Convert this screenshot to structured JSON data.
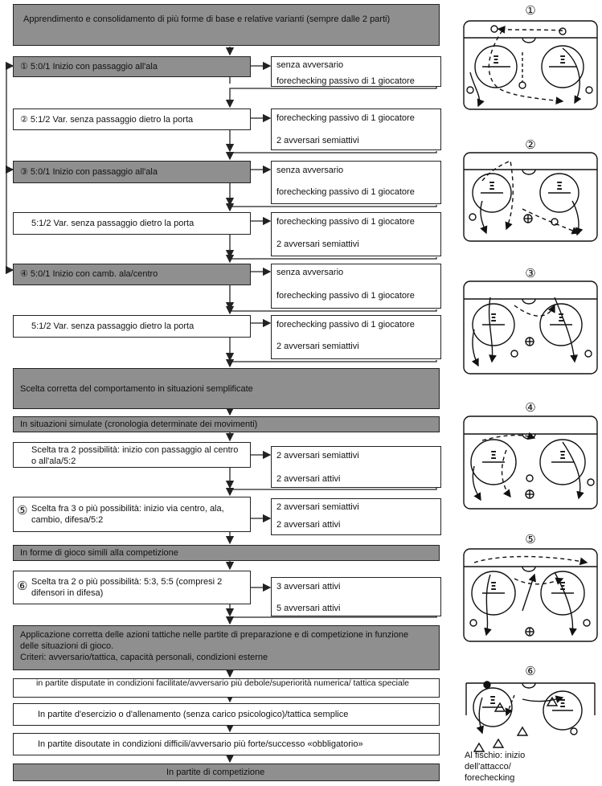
{
  "blocks": {
    "b1": "Apprendimento e consolidamento di più forme di base e relative varianti (sempre dalle 2 parti)",
    "b2": "Scelta corretta del comportamento in situazioni semplificate",
    "b3": "In situazioni simulate (cronologia determinate dei movimenti)",
    "b4": "In forme di gioco simili alla competizione",
    "b5": "Applicazione corretta delle azioni tattiche nelle partite di preparazione e di competizione in funzione delle situazioni di gioco.",
    "b5b": "Criteri: avversario/tattica, capacità personali, condizioni esterne",
    "b6": "In partite di competizione"
  },
  "steps": {
    "s1": "① 5:0/1 Inizio con passaggio all'ala",
    "s2": "② 5:1/2 Var. senza passaggio dietro la porta",
    "s3": "③ 5:0/1 Inizio con passaggio all'ala",
    "s4": "5:1/2 Var. senza passaggio dietro la porta",
    "s5": "④ 5:0/1 Inizio con camb. ala/centro",
    "s6": "5:1/2 Var. senza passaggio dietro la porta",
    "s7": "Scelta tra 2 possibilità: inizio con passaggio al centro o all'ala/5:2",
    "s8_num": "⑤",
    "s8": "Scelta fra 3 o più possibilità: inizio via centro, ala, cambio, difesa/5:2",
    "s9_num": "⑥",
    "s9": "Scelta tra 2 o più possibilità: 5:3, 5:5 (compresi 2 difensori in difesa)"
  },
  "options": {
    "o1a": "senza avversario",
    "o1b": "forechecking passivo di 1 giocatore",
    "o2a": "forechecking passivo di 1 giocatore",
    "o2b": "2 avversari semiattivi",
    "o3a": "senza avversario",
    "o3b": "forechecking passivo di 1 giocatore",
    "o4a": "forechecking passivo di 1 giocatore",
    "o4b": "2 avversari semiattivi",
    "o5a": "senza avversario",
    "o5b": "forechecking passivo di 1 giocatore",
    "o6a": "forechecking passivo di 1 giocatore",
    "o6b": "2 avversari semiattivi",
    "o7a": "2 avversari semiattivi",
    "o7b": "2 avversari attivi",
    "o8a": "2 avversari semiattivi",
    "o8b": "2 avversari attivi",
    "o9a": "3 avversari attivi",
    "o9b": "5 avversari attivi"
  },
  "matches": {
    "m1": "in partite disputate in condizioni facilitate/avversario più debole/superiorità numerica/ tattica speciale",
    "m2": "In partite d'esercizio o d'allenamento (senza carico psicologico)/tattica semplice",
    "m3": "In partite disoutate in condizioni difficili/avversario più forte/successo «obbligatorio»"
  },
  "diagrams": {
    "d1": "①",
    "d2": "②",
    "d3": "③",
    "d4": "④",
    "d5": "⑤",
    "d6": "⑥",
    "faceoff": "Ξ",
    "caption": "Al fischio: inizio dell'attacco/ forechecking"
  },
  "colors": {
    "gray_box": "#8f8f8f",
    "line": "#222222"
  }
}
